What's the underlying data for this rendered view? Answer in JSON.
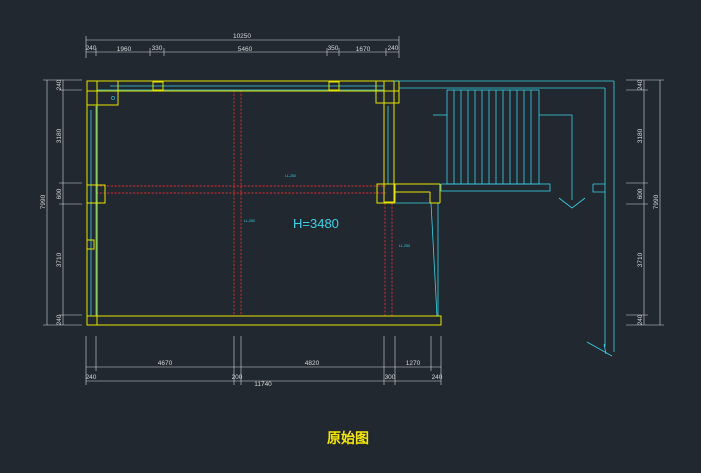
{
  "drawing": {
    "title": "原始图",
    "height_label": "H=3480",
    "top_dims": {
      "overall": "10250",
      "segments": [
        "240",
        "1960",
        "330",
        "5460",
        "350",
        "1670",
        "240"
      ]
    },
    "bottom_dims": {
      "upper_row": [
        "4670",
        "4820",
        "1270"
      ],
      "lower_row": [
        "240",
        "200",
        "300",
        "240"
      ],
      "overall": "11740"
    },
    "left_dims": {
      "overall": "7990",
      "segments": [
        "240",
        "3180",
        "600",
        "3710",
        "240"
      ]
    },
    "right_dims": {
      "overall": "7990",
      "segments": [
        "240",
        "3180",
        "600",
        "3710",
        "240"
      ]
    },
    "beam_labels": [
      "LL-250",
      "LL-250",
      "LL-250"
    ],
    "colors": {
      "background": "#212830",
      "wall": "#e6e600",
      "line": "#39d3e6",
      "beam": "#d83030",
      "dimension": "#d8d8d8",
      "title": "#f5e600"
    }
  }
}
